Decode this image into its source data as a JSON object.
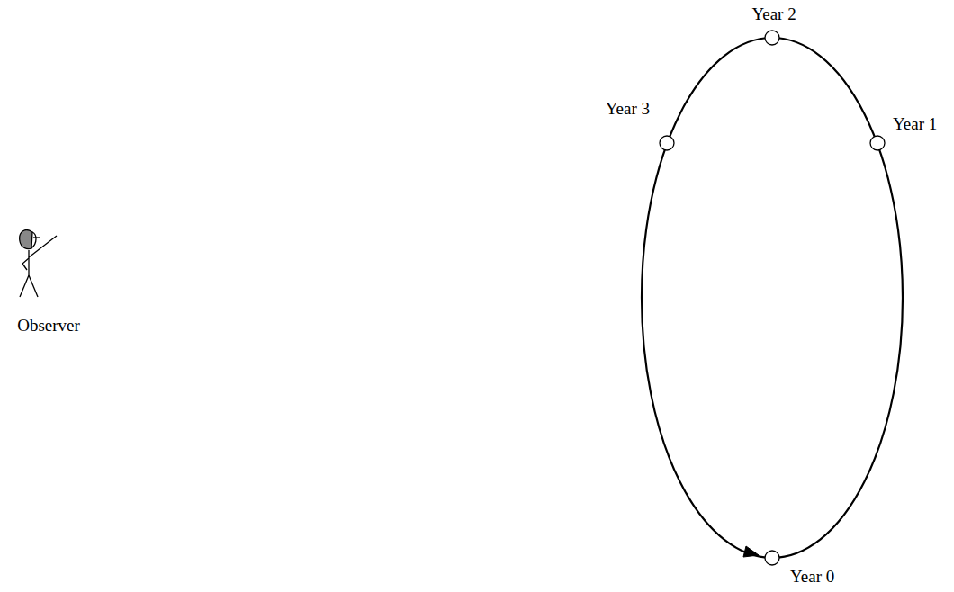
{
  "diagram": {
    "nodes": [
      {
        "text": [
          "Year 2"
        ]
      },
      {
        "text": [
          "Year 3"
        ]
      },
      {
        "text": [
          "Year 1"
        ]
      },
      {
        "text": [
          "Year 0"
        ]
      }
    ],
    "labels": [
      "Observer"
    ]
  }
}
